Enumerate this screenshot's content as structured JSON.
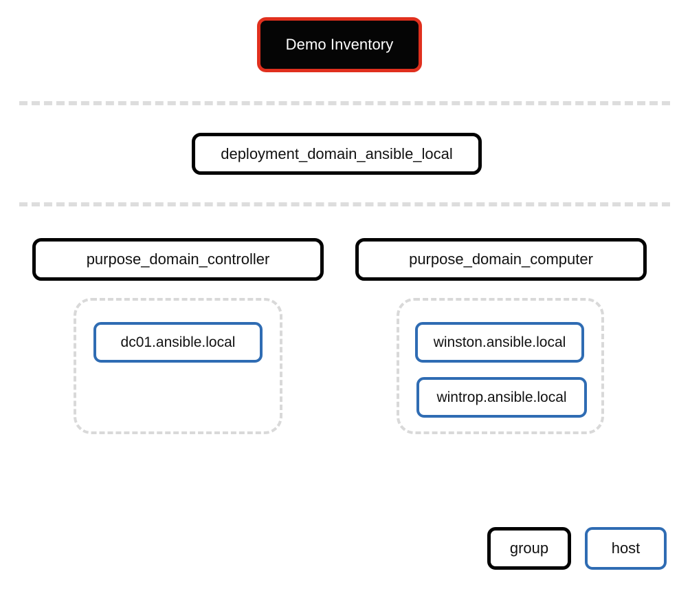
{
  "diagram": {
    "title": "Demo Inventory",
    "type": "ansible-inventory-tree",
    "colors": {
      "root_fill": "#050505",
      "root_border": "#e0301e",
      "root_text": "#ffffff",
      "group_border": "#000000",
      "host_border": "#2f6cb3",
      "divider": "#dddddd",
      "host_container_border": "#d9d9d9",
      "background": "#ffffff"
    },
    "tiers": [
      {
        "name": "inventory-tier",
        "nodes": [
          "Demo Inventory"
        ]
      },
      {
        "name": "deployment-tier",
        "nodes": [
          "deployment_domain_ansible_local"
        ]
      },
      {
        "name": "purpose-tier",
        "nodes": [
          "purpose_domain_controller",
          "purpose_domain_computer"
        ]
      }
    ],
    "root": {
      "label": "Demo Inventory"
    },
    "deployment_group": {
      "label": "deployment_domain_ansible_local"
    },
    "groups": [
      {
        "label": "purpose_domain_controller",
        "hosts": [
          {
            "label": "dc01.ansible.local"
          }
        ]
      },
      {
        "label": "purpose_domain_computer",
        "hosts": [
          {
            "label": "winston.ansible.local"
          },
          {
            "label": "wintrop.ansible.local"
          }
        ]
      }
    ],
    "legend": {
      "items": [
        {
          "label": "group",
          "kind": "group"
        },
        {
          "label": "host",
          "kind": "host"
        }
      ]
    }
  }
}
